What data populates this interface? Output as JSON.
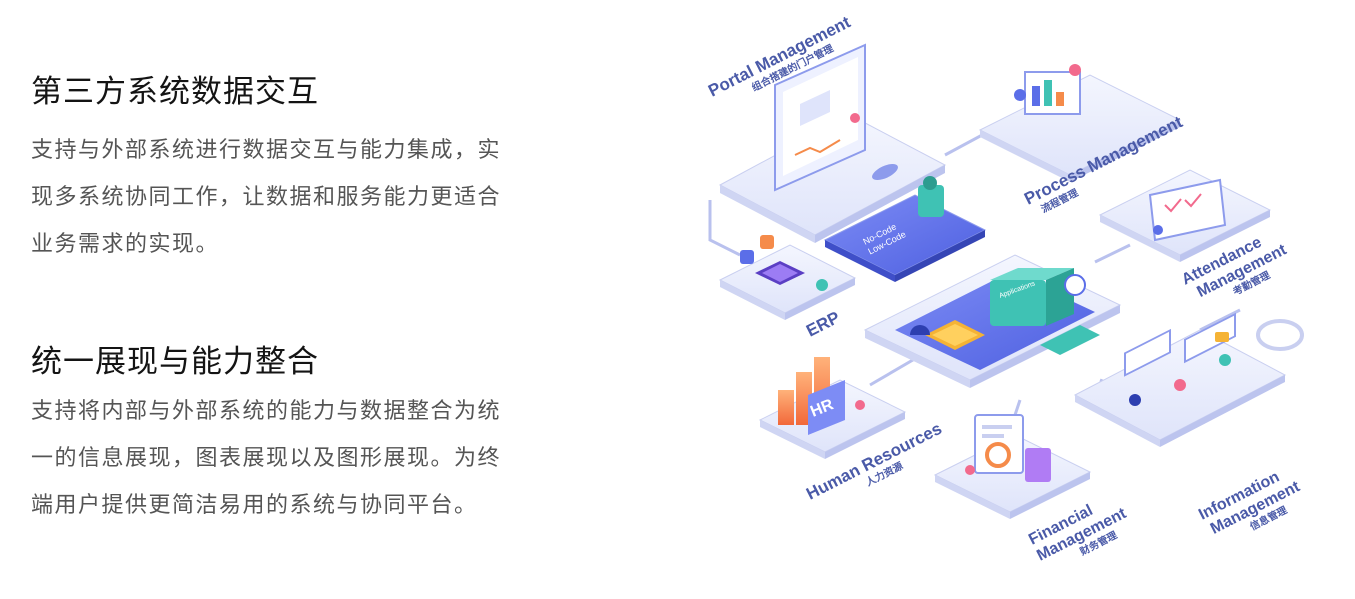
{
  "sections": [
    {
      "title": "第三方系统数据交互",
      "body": "支持与外部系统进行数据交互与能力集成，实\n现多系统协同工作，让数据和服务能力更适合\n业务需求的实现。"
    },
    {
      "title": "统一展现与能力整合",
      "body": "支持将内部与外部系统的能力与数据整合为统\n一的信息展现，图表展现以及图形展现。为终\n端用户提供更简洁易用的系统与协同平台。"
    }
  ],
  "diagram": {
    "modules": {
      "portal": {
        "en": "Portal Management",
        "cn": "组合搭建的门户管理"
      },
      "process": {
        "en": "Process Management",
        "cn": "流程管理"
      },
      "attendance": {
        "en1": "Attendance",
        "en2": "Management",
        "cn": "考勤管理"
      },
      "erp": {
        "en": "ERP"
      },
      "hr": {
        "en": "Human Resources",
        "cn": "人力资源"
      },
      "financial": {
        "en1": "Financial",
        "en2": "Management",
        "cn": "财务管理"
      },
      "information": {
        "en1": "Information",
        "en2": "Management",
        "cn": "信息管理"
      }
    },
    "center": {
      "nocode1": "No-Code",
      "nocode2": "Low-Code",
      "applications": "Applications",
      "hr_badge": "HR"
    },
    "colors": {
      "accent": "#4a5aa8",
      "platform": "#e9ecfb",
      "platform_edge": "#c9cff0",
      "blue": "#5b6ee8",
      "teal": "#3fc2b4",
      "orange": "#f58b4a"
    }
  }
}
